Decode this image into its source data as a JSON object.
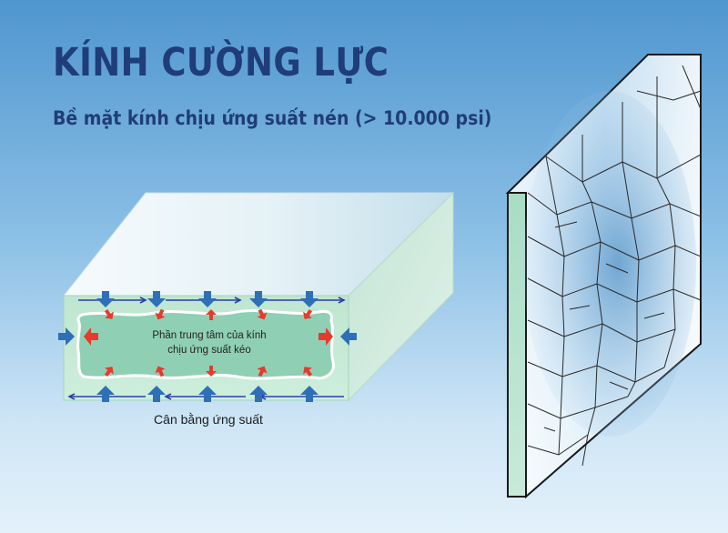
{
  "header": {
    "title": "KÍNH CƯỜNG LỰC",
    "subtitle": "Bề mặt kính chịu ứng suất nén (> 10.000 psi)"
  },
  "left_diagram": {
    "core_label_line1": "Phần trung tâm của kính",
    "core_label_line2": "chịu ứng suất kéo",
    "balance_label": "Cân bằng ứng suất"
  },
  "colors": {
    "title": "#1f3d78",
    "compression_arrow": "#2f6fb8",
    "tension_arrow": "#e8392c",
    "surface_line": "#2c3fa8",
    "glass_core": "#8fd0b4"
  }
}
